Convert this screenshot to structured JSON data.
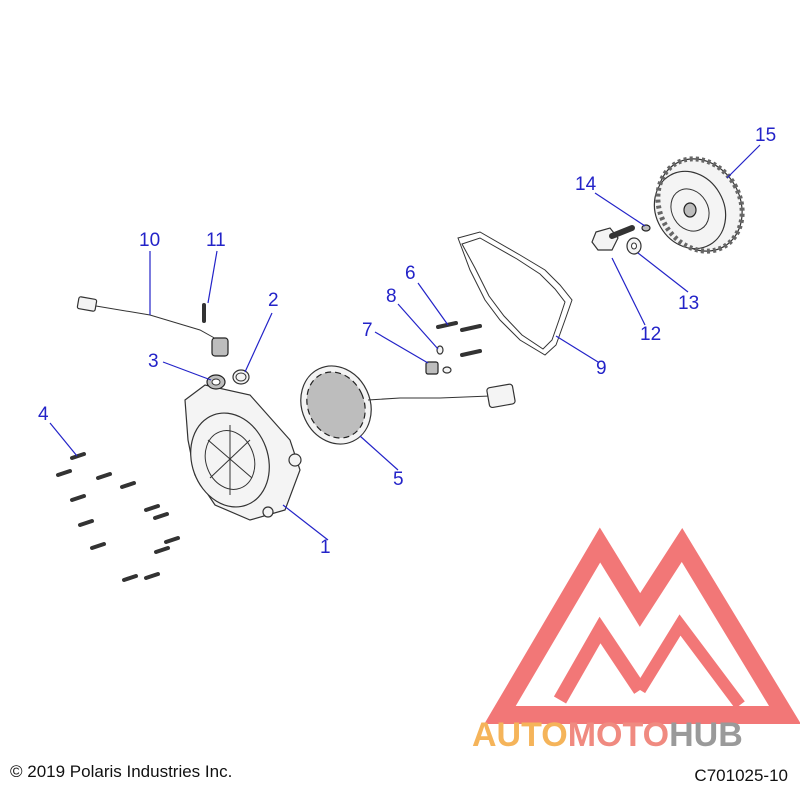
{
  "callouts": [
    "1",
    "2",
    "3",
    "4",
    "5",
    "6",
    "7",
    "8",
    "9",
    "10",
    "11",
    "12",
    "13",
    "14",
    "15"
  ],
  "footer": {
    "copyright": "© 2019 Polaris Industries Inc.",
    "code": "C701025-10"
  },
  "logo": {
    "part1": "AUTO",
    "part2": "MOTO",
    "part3": "HUB",
    "colors": {
      "orange": "#f5b45a",
      "pink": "#f08a80",
      "gray": "#9a9a9a",
      "red": "#e83030"
    }
  },
  "colors": {
    "callout": "#2323c8"
  }
}
